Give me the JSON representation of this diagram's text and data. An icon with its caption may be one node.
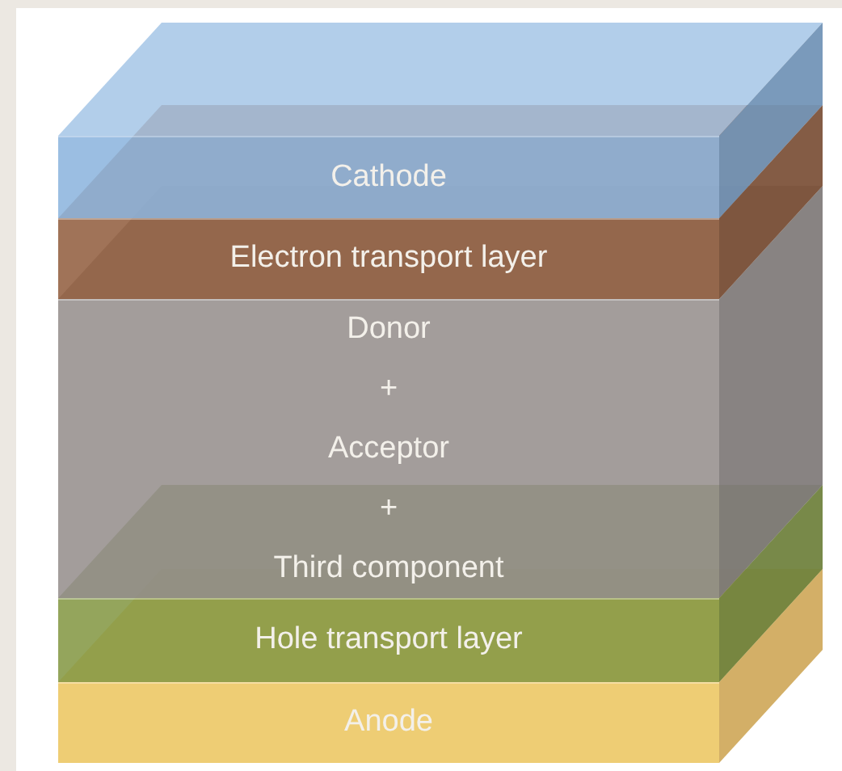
{
  "diagram": {
    "nodes": [
      {
        "text": [
          "Cathode"
        ]
      },
      {
        "text": [
          "Electron transport layer"
        ]
      },
      {
        "text": [
          "Donor",
          "+",
          "Acceptor",
          "+",
          "Third component"
        ]
      },
      {
        "text": [
          "Hole transport layer"
        ]
      },
      {
        "text": [
          "Anode"
        ]
      }
    ]
  }
}
